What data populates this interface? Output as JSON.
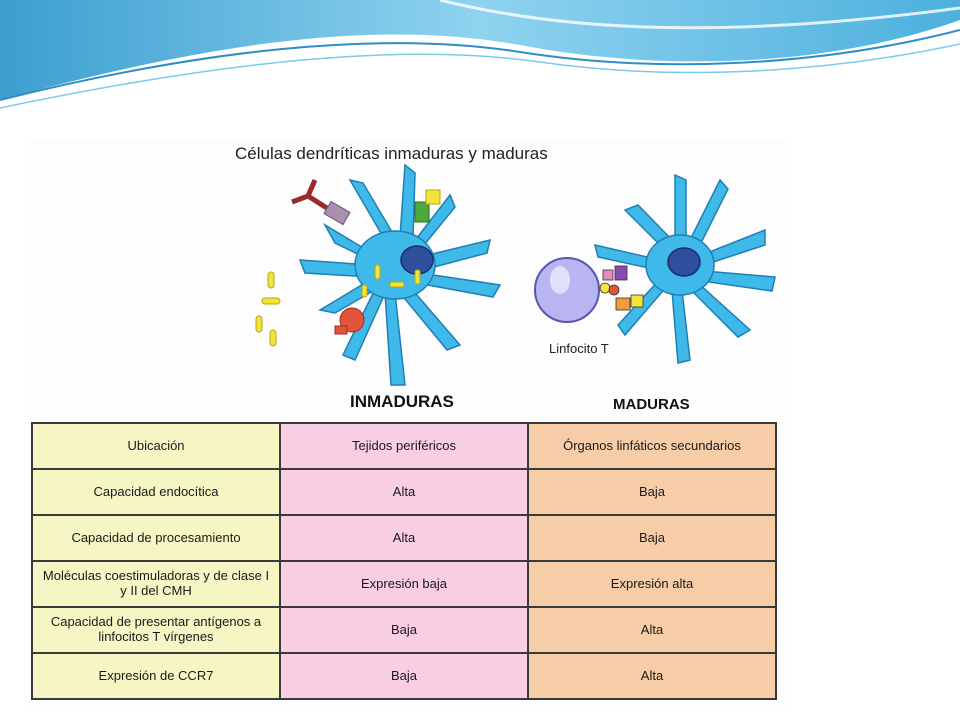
{
  "figure": {
    "title": "Células dendríticas inmaduras y maduras",
    "immature_label": "INMADURAS",
    "mature_label": "MADURAS",
    "lymphocyte_label": "Linfocito T"
  },
  "table": {
    "rows": [
      {
        "feature": "Ubicación",
        "immature": "Tejidos periféricos",
        "mature": "Órganos linfáticos secundarios"
      },
      {
        "feature": "Capacidad endocítica",
        "immature": "Alta",
        "mature": "Baja"
      },
      {
        "feature": "Capacidad de procesamiento",
        "immature": "Alta",
        "mature": "Baja"
      },
      {
        "feature": "Moléculas coestimuladoras y de clase I y II del CMH",
        "immature": "Expresión baja",
        "mature": "Expresión alta"
      },
      {
        "feature": "Capacidad de presentar antígenos a linfocitos T vírgenes",
        "immature": "Baja",
        "mature": "Alta"
      },
      {
        "feature": "Expresión de  CCR7",
        "immature": "Baja",
        "mature": "Alta"
      }
    ]
  },
  "colors": {
    "cell_body": "#3fb8ea",
    "nucleus": "#2f4f9e",
    "feature_column": "#f6f6c4",
    "immature_column": "#f9cde2",
    "mature_column": "#f7cda8",
    "lymphocyte": "#b9b4f2",
    "antigen": "#f2e43a"
  }
}
